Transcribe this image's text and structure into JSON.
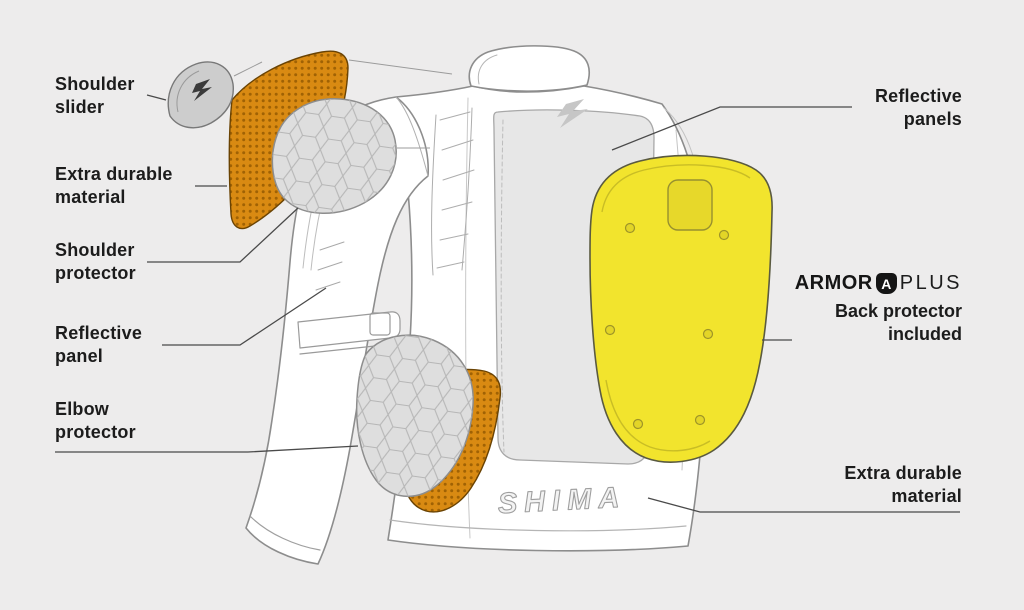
{
  "canvas": {
    "background": "#edecec",
    "leader_line_color": "#4a4a4a"
  },
  "labels": {
    "shoulder_slider": "Shoulder\nslider",
    "extra_durable_left": "Extra durable\nmaterial",
    "shoulder_protector": "Shoulder\nprotector",
    "reflective_panel": "Reflective\npanel",
    "elbow_protector": "Elbow\nprotector",
    "reflective_panels": "Reflective\npanels",
    "extra_durable_right": "Extra durable\nmaterial"
  },
  "armor": {
    "brand": "ARMOR",
    "badge_letter": "A",
    "plus": "PLUS",
    "caption": "Back protector\nincluded"
  },
  "jacket": {
    "brand": "SHIMA"
  },
  "colors": {
    "back_protector": "#f2e42d",
    "durable_material": "#d98a12",
    "durable_material_dot": "#a06204",
    "protector_pad": "#dedede",
    "outline": "#8d8d8d"
  }
}
